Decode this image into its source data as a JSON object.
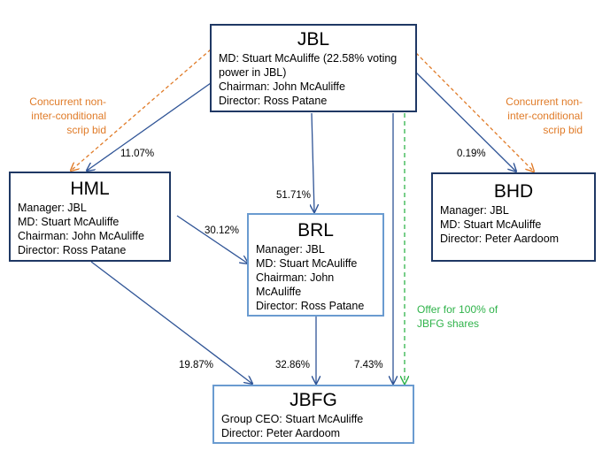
{
  "colors": {
    "box_border": "#1f3864",
    "box_border_light": "#6a9bd0",
    "arrow": "#2f5496",
    "bid": "#e07b28",
    "offer": "#2fb34a"
  },
  "jbl": {
    "title": "JBL",
    "lines": [
      "MD: Stuart McAuliffe (22.58% voting power in JBL)",
      "Chairman: John McAuliffe",
      "Director: Ross Patane"
    ]
  },
  "hml": {
    "title": "HML",
    "lines": [
      "Manager: JBL",
      "MD: Stuart McAuliffe",
      "Chairman: John McAuliffe",
      "Director: Ross Patane"
    ]
  },
  "brl": {
    "title": "BRL",
    "lines": [
      "Manager: JBL",
      "MD: Stuart McAuliffe",
      "Chairman: John McAuliffe",
      "Director: Ross Patane"
    ]
  },
  "bhd": {
    "title": "BHD",
    "lines": [
      "Manager: JBL",
      "MD: Stuart McAuliffe",
      "Director: Peter Aardoom"
    ]
  },
  "jbfg": {
    "title": "JBFG",
    "lines": [
      "Group CEO: Stuart McAuliffe",
      "Director: Peter Aardoom"
    ]
  },
  "edges": {
    "jbl_hml": "11.07%",
    "jbl_brl": "51.71%",
    "jbl_bhd": "0.19%",
    "hml_brl": "30.12%",
    "hml_jbfg": "19.87%",
    "brl_jbfg": "32.86%",
    "jbl_jbfg": "7.43%"
  },
  "notes": {
    "bid_left": "Concurrent non-inter-conditional scrip bid",
    "bid_right": "Concurrent non-inter-conditional scrip bid",
    "offer": "Offer for 100% of JBFG shares"
  }
}
